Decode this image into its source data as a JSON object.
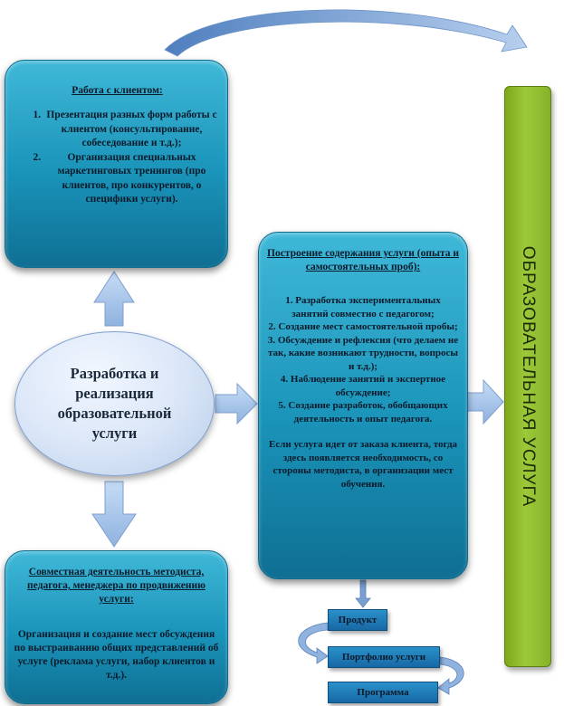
{
  "client_box": {
    "title": "Работа с клиентом:",
    "items": [
      "Презентация разных форм работы с клиентом (консультирование, собеседование и т.д.);",
      "Организация специальных маркетинговых тренингов (про клиентов, про конкурентов, о специфики услуги)."
    ]
  },
  "center": {
    "label": "Разработка и реализация образовательной услуги"
  },
  "content_box": {
    "title": "Построение содержания услуги (опыта и самостоятельных проб):",
    "items": [
      "1. Разработка экспериментальных занятий совместно с педагогом;",
      "2. Создание мест самостоятельной пробы;",
      "3. Обсуждение и рефлексия (что делаем не так, какие возникают трудности, вопросы и т.д.);",
      "4. Наблюдение занятий и экспертное обсуждение;",
      "5. Создание разработок, обобщающих деятельность и опыт педагога."
    ],
    "note": "Если услуга идет от заказа клиента, тогда здесь появляется необходимость, со стороны методиста, в организации мест обучения."
  },
  "joint_box": {
    "title": "Совместная деятельность методиста, педагога, менеджера по продвижению услуги:",
    "body": "Организация и создание мест обсуждения по выстраиванию общих представлений об услуге (реклама услуги, набор клиентов и т.д.)."
  },
  "service_bar": {
    "label": "ОБРАЗОВАТЕЛЬНАЯ УСЛУГА"
  },
  "outputs": {
    "product": "Продукт",
    "portfolio": "Портфолио услуги",
    "program": "Программа"
  }
}
